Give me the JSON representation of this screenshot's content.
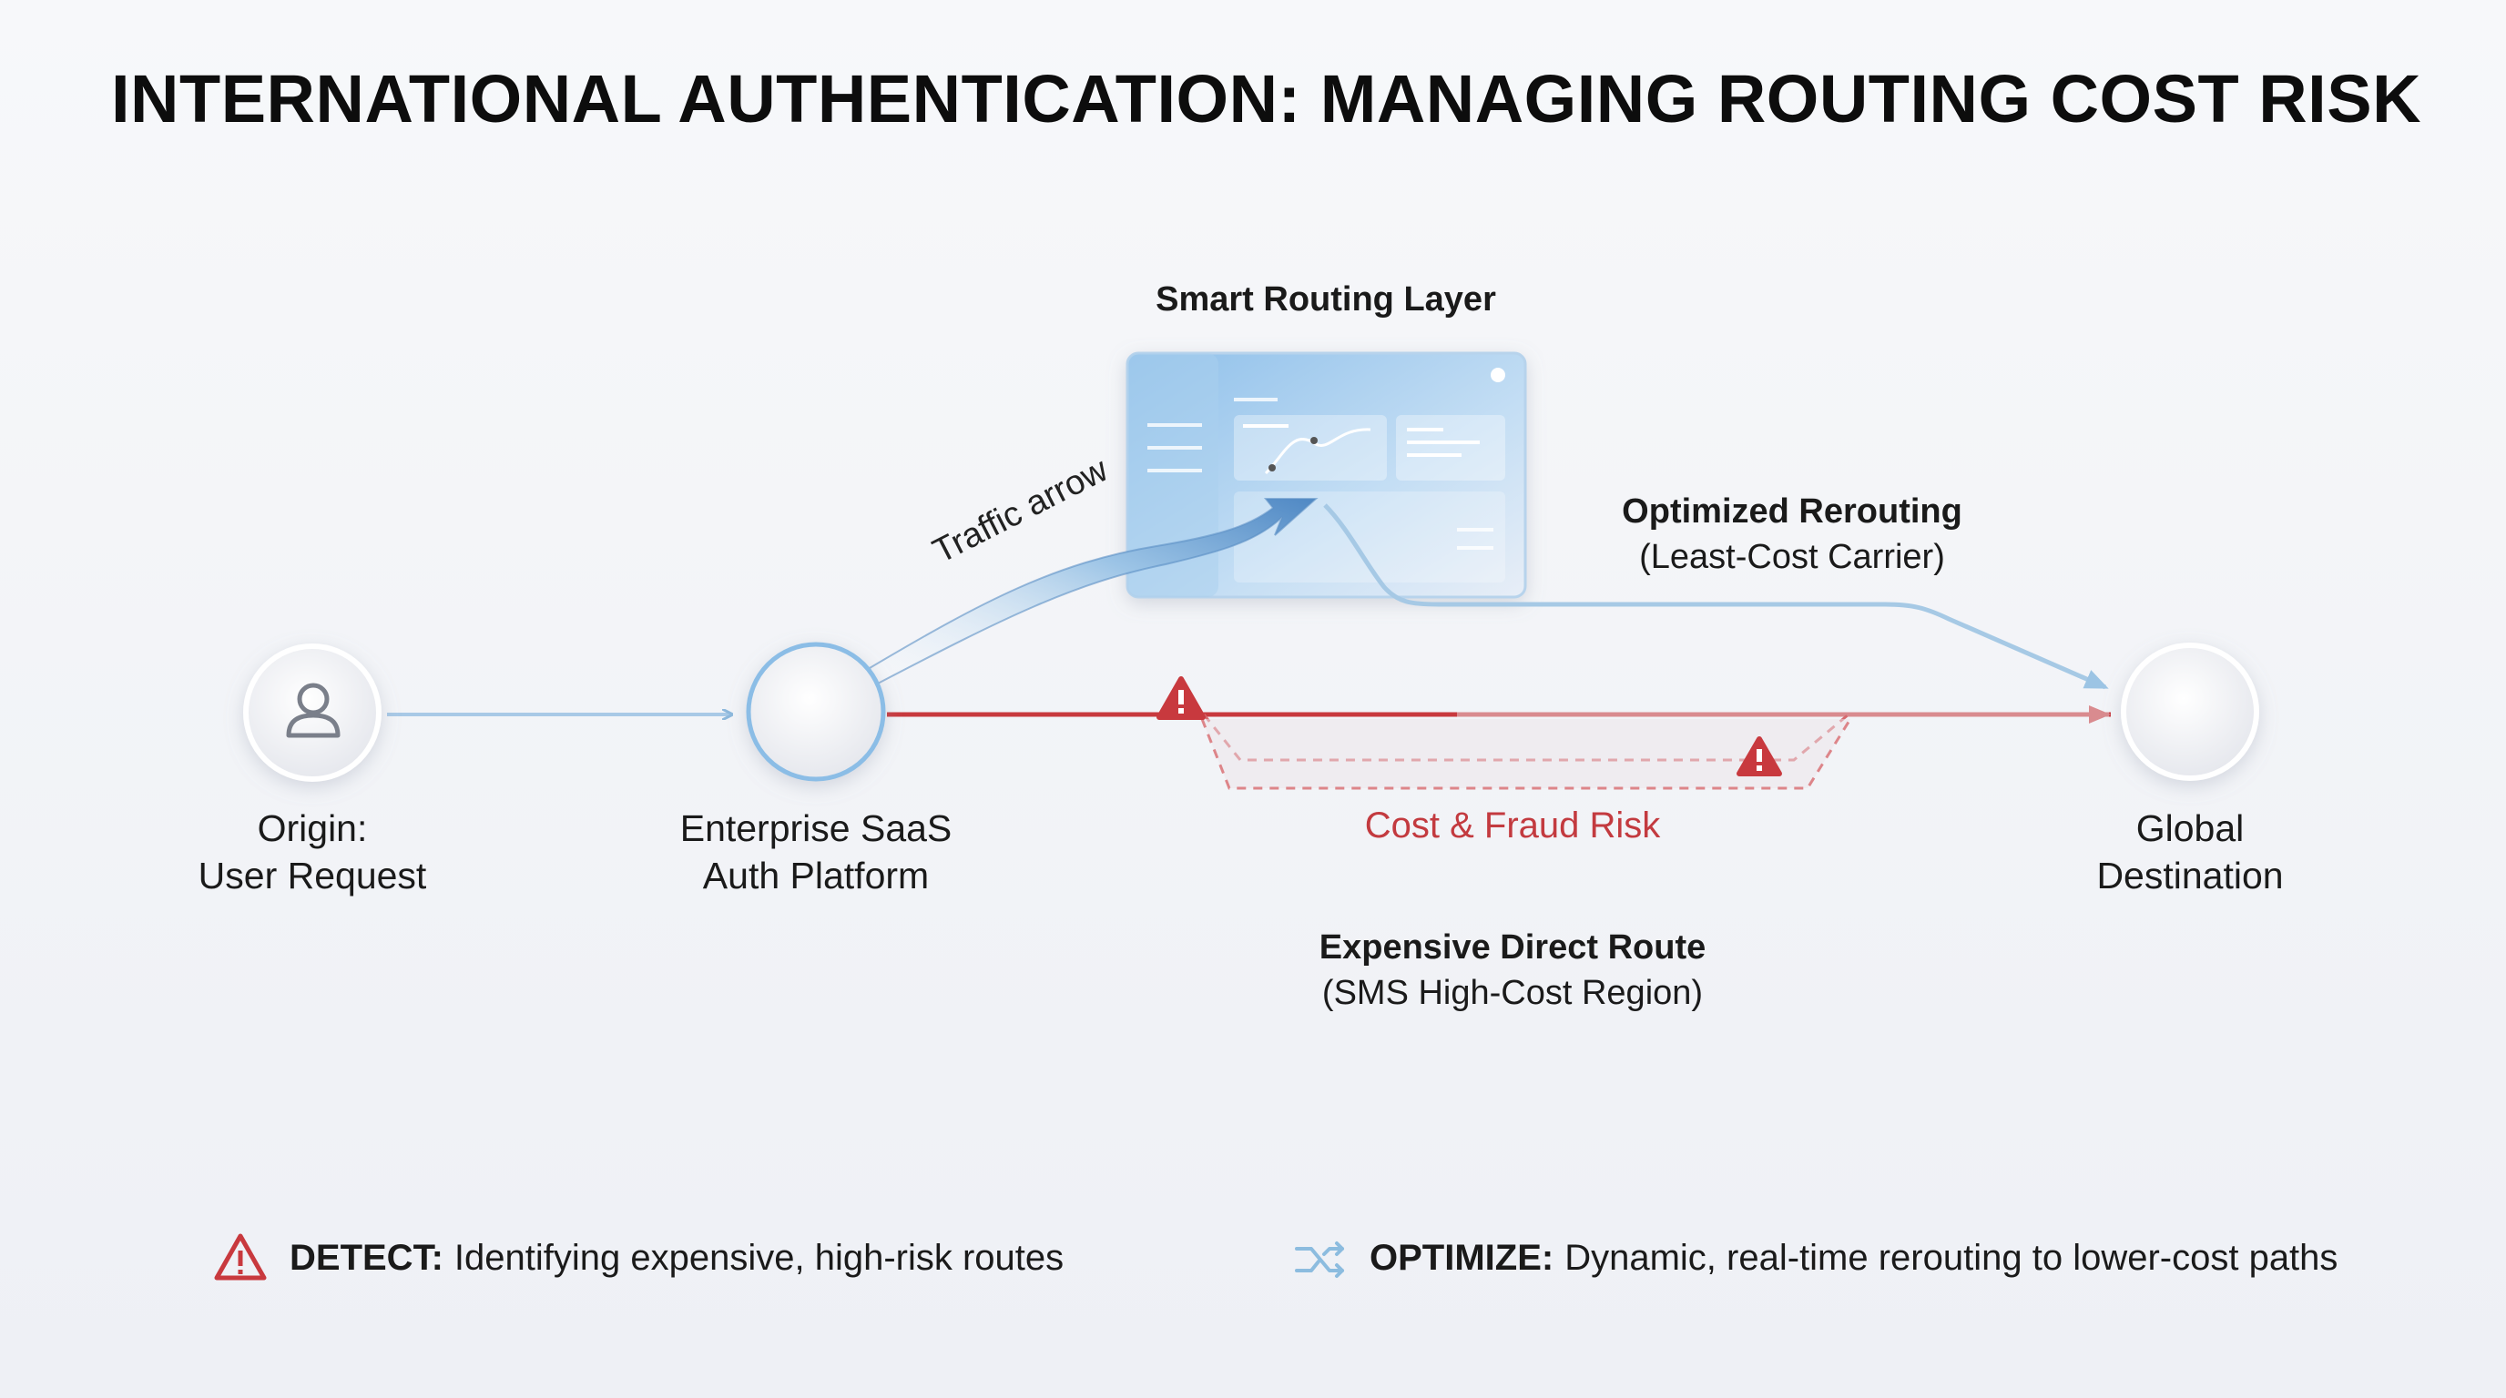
{
  "title": "INTERNATIONAL AUTHENTICATION: MANAGING ROUTING COST RISK",
  "nodes": {
    "origin": {
      "line1": "Origin:",
      "line2": "User Request"
    },
    "platform": {
      "line1": "Enterprise SaaS",
      "line2": "Auth Platform"
    },
    "destination": {
      "line1": "Global",
      "line2": "Destination"
    }
  },
  "smart_layer": {
    "label": "Smart Routing Layer"
  },
  "traffic_label": "Traffic arrow",
  "optimized": {
    "title": "Optimized Rerouting",
    "subtitle": "(Least-Cost Carrier)"
  },
  "risk_label": "Cost & Fraud Risk",
  "expensive": {
    "title": "Expensive Direct Route",
    "subtitle": "(SMS High-Cost Region)"
  },
  "legend": {
    "detect": {
      "key": "DETECT:",
      "text": "Identifying expensive, high-risk routes",
      "icon": "warning-triangle-icon"
    },
    "optimize": {
      "key": "OPTIMIZE:",
      "text": "Dynamic, real-time rerouting to lower-cost paths",
      "icon": "reroute-arrows-icon"
    }
  },
  "colors": {
    "risk_red": "#c33a3f",
    "route_blue": "#9cc4e4",
    "panel_blue": "#a9d0f0"
  }
}
